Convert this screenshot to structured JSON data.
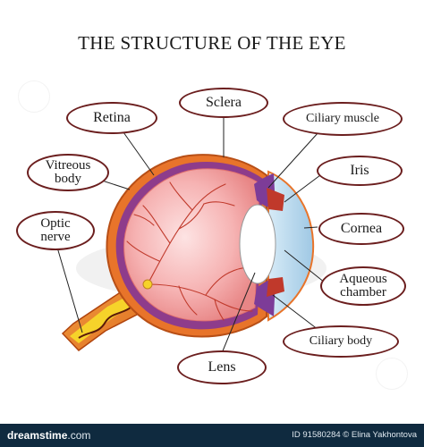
{
  "diagram": {
    "title": "THE STRUCTURE OF THE EYE",
    "labels": {
      "retina": "Retina",
      "sclera": "Sclera",
      "ciliary_muscle": "Ciliary muscle",
      "vitreous_body_line1": "Vitreous",
      "vitreous_body_line2": "body",
      "iris": "Iris",
      "optic_nerve_line1": "Optic",
      "optic_nerve_line2": "nerve",
      "cornea": "Cornea",
      "aqueous_chamber_line1": "Aqueous",
      "aqueous_chamber_line2": "chamber",
      "ciliary_body": "Ciliary body",
      "lens": "Lens"
    }
  },
  "footer": {
    "brand_main": "dreamstime",
    "brand_suffix": ".com",
    "credit": "ID 91580284 © Elina Yakhontova"
  },
  "colors": {
    "label_border": "#6b1e1e",
    "sclera_orange": "#e8742a",
    "eye_fill": "#f7b9b9",
    "vessel_red": "#c0392b",
    "lens_white": "#ffffff",
    "cornea_blue": "#a9cfe8",
    "ciliary_purple": "#7d3c98",
    "nerve_yellow": "#f6d32a",
    "footer_bg": "#0f2a3f"
  }
}
